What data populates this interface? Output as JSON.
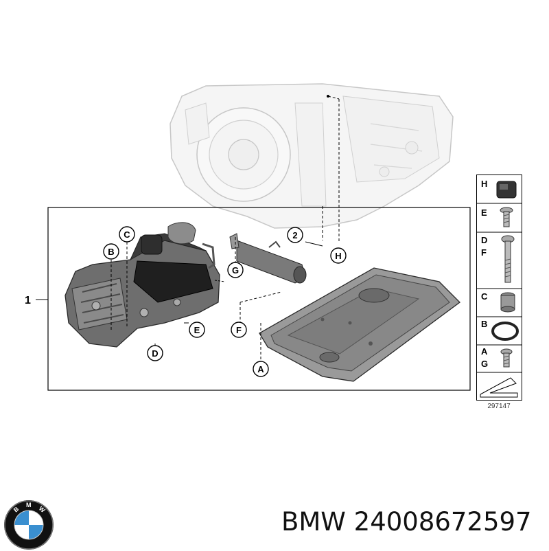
{
  "diagram": {
    "main_label": "1",
    "callouts": {
      "c2": "2",
      "H": "H",
      "G": "G",
      "E": "E",
      "F": "F",
      "D": "D",
      "C": "C",
      "B": "B",
      "A": "A"
    },
    "legend": [
      {
        "letters": [
          "H"
        ],
        "part": "plug-connector"
      },
      {
        "letters": [
          "E"
        ],
        "part": "short-screw"
      },
      {
        "letters": [
          "D",
          "F"
        ],
        "part": "long-bolt"
      },
      {
        "letters": [
          "C"
        ],
        "part": "sleeve"
      },
      {
        "letters": [
          "B"
        ],
        "part": "o-ring"
      },
      {
        "letters": [
          "A",
          "G"
        ],
        "part": "small-screw"
      }
    ],
    "reference_number": "297147"
  },
  "brand": {
    "logo_letters": "BMW",
    "logo_colors": {
      "blue": "#3a8fd0",
      "black": "#111111",
      "white": "#ffffff"
    },
    "caption": "BMW 24008672597"
  }
}
